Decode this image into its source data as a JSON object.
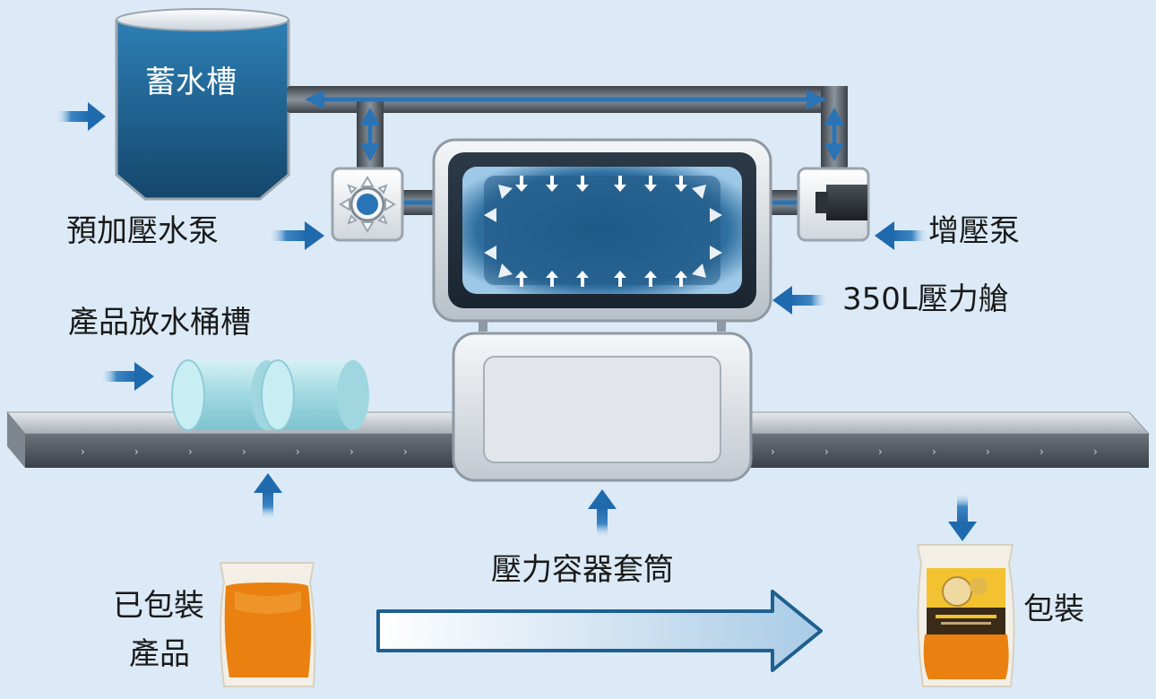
{
  "labels": {
    "reservoir": "蓄水槽",
    "pre_pump": "預加壓水泵",
    "booster_pump": "增壓泵",
    "chamber": "350L壓力艙",
    "barrel_tank": "產品放水桶槽",
    "packaged_line1": "已包裝",
    "packaged_line2": "產品",
    "sleeve": "壓力容器套筒",
    "packaging": "包裝"
  },
  "colors": {
    "background": "#dbeaf6",
    "flow_arrow": "#2a73b5",
    "tank_blue": "#1f5f8f",
    "pipe": "#5c646c",
    "juice": "#e07a10",
    "cylinder": "#a8dde6"
  },
  "icons": {
    "flow": "blue-arrow-icon",
    "pump": "sun-pump-icon",
    "product": "juice-pouch-icon"
  }
}
